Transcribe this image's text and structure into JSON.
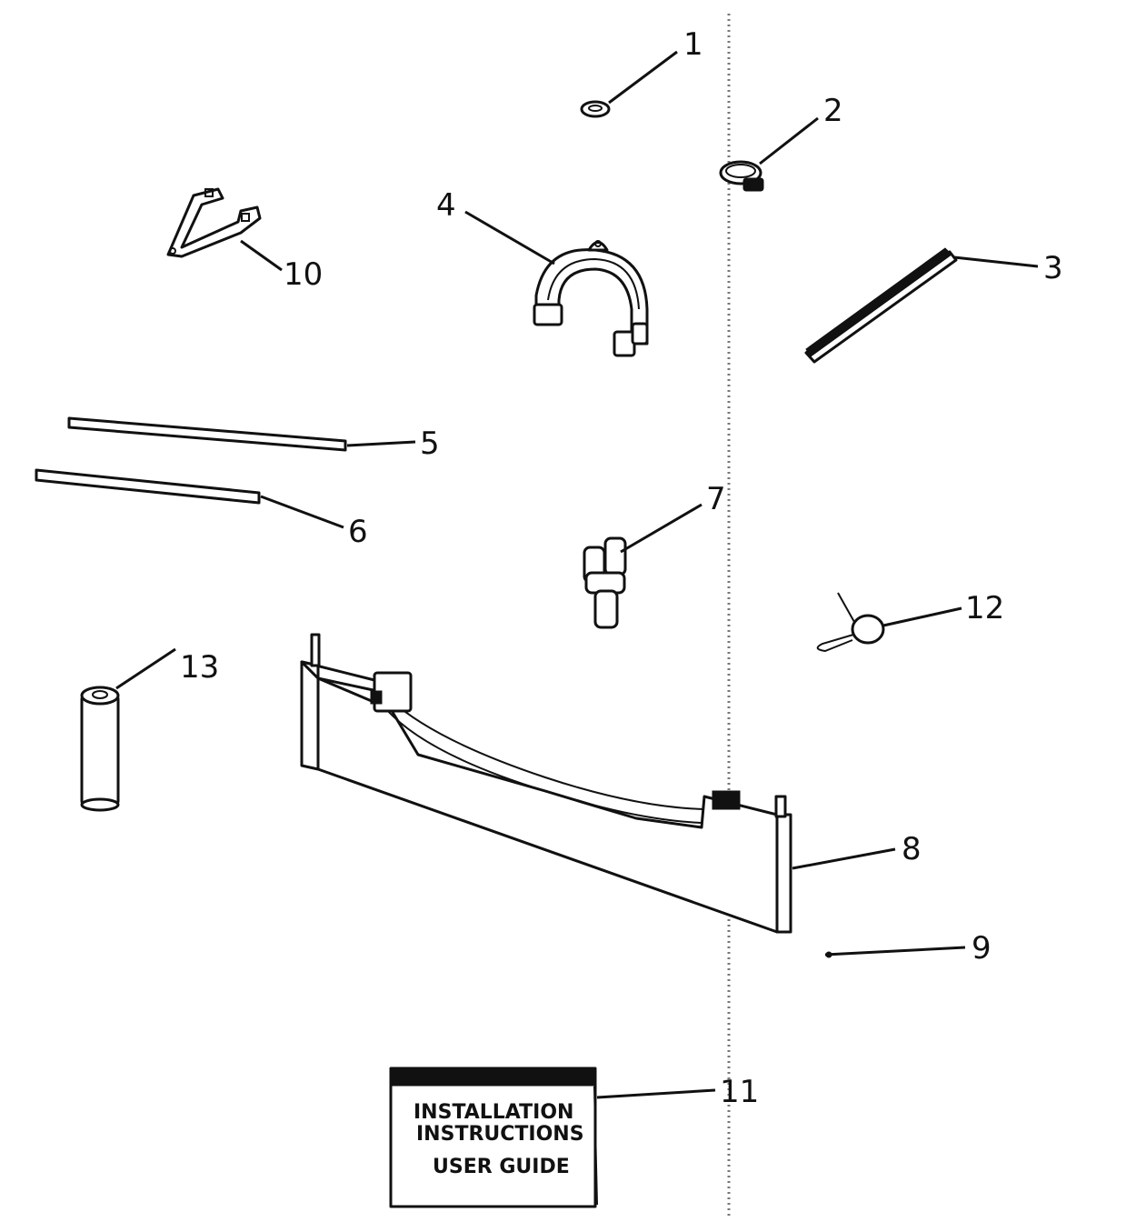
{
  "callouts": {
    "c1": "1",
    "c2": "2",
    "c3": "3",
    "c4": "4",
    "c5": "5",
    "c6": "6",
    "c7": "7",
    "c8": "8",
    "c9": "9",
    "c10": "10",
    "c11": "11",
    "c12": "12",
    "c13": "13"
  },
  "booklet": {
    "line1": "INSTALLATION",
    "line2": "INSTRUCTIONS",
    "line3": "USER GUIDE"
  }
}
